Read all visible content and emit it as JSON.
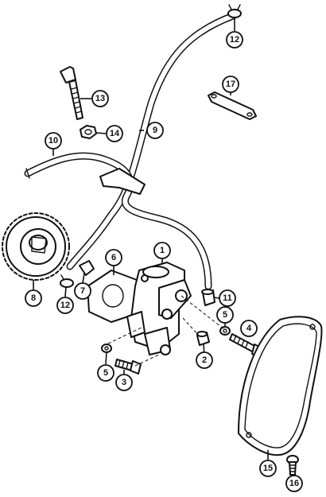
{
  "callouts": [
    {
      "id": "c1",
      "label": "1"
    },
    {
      "id": "c2",
      "label": "2"
    },
    {
      "id": "c3",
      "label": "3"
    },
    {
      "id": "c4",
      "label": "4"
    },
    {
      "id": "c5a",
      "label": "5"
    },
    {
      "id": "c5b",
      "label": "5"
    },
    {
      "id": "c6",
      "label": "6"
    },
    {
      "id": "c7",
      "label": "7"
    },
    {
      "id": "c8",
      "label": "8"
    },
    {
      "id": "c9",
      "label": "9"
    },
    {
      "id": "c10",
      "label": "10"
    },
    {
      "id": "c11",
      "label": "11"
    },
    {
      "id": "c12a",
      "label": "12"
    },
    {
      "id": "c12b",
      "label": "12"
    },
    {
      "id": "c13",
      "label": "13"
    },
    {
      "id": "c14",
      "label": "14"
    },
    {
      "id": "c15",
      "label": "15"
    },
    {
      "id": "c16",
      "label": "16"
    },
    {
      "id": "c17",
      "label": "17"
    }
  ]
}
